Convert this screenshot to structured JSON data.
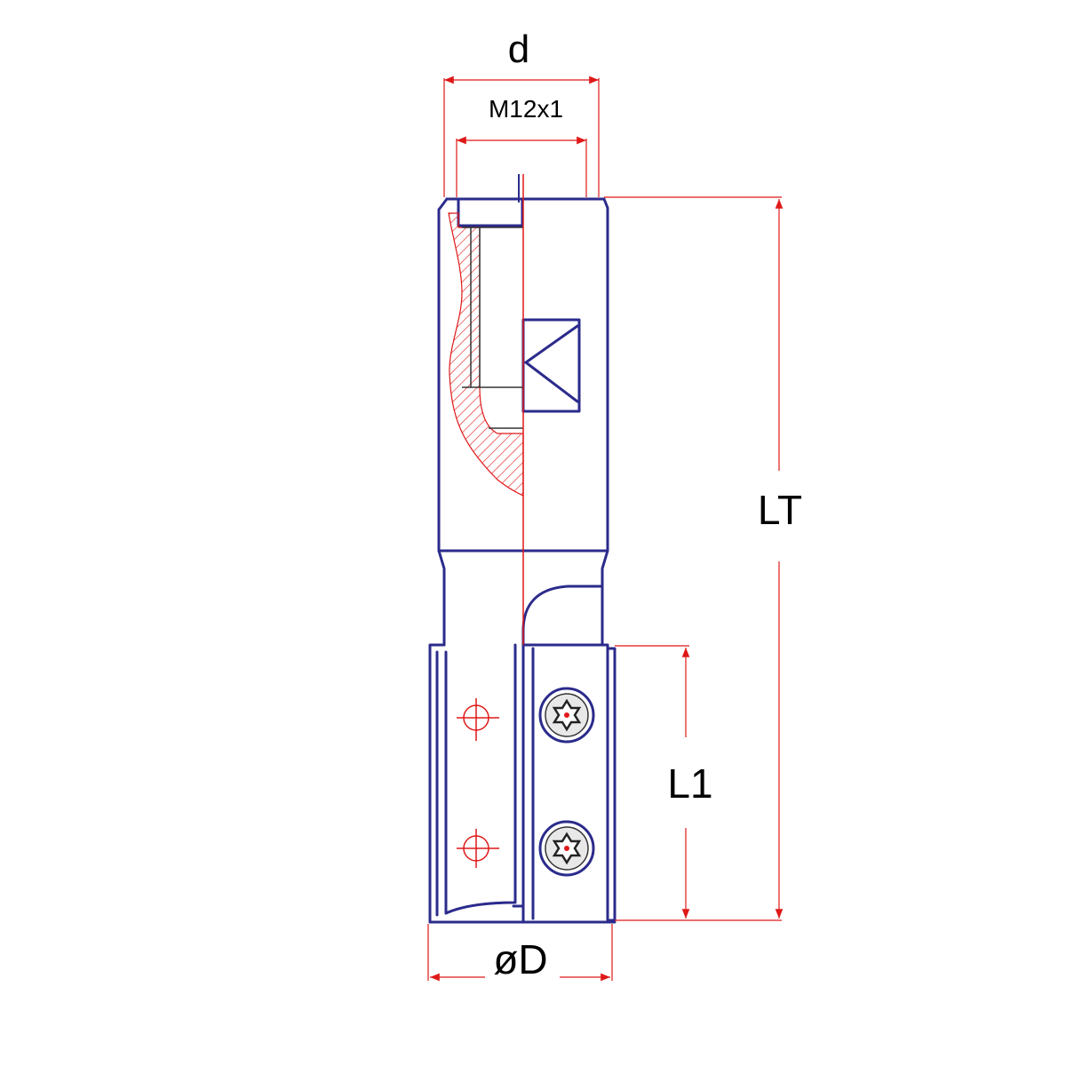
{
  "drawing": {
    "labels": {
      "d": "d",
      "thread": "M12x1",
      "total_length": "LT",
      "cut_length": "L1",
      "diameter": "øD"
    },
    "colors": {
      "outline": "#2b2b8c",
      "dimension": "#e01818",
      "section_hatch": "#e01818",
      "inner_detail": "#333333",
      "background": "#ffffff"
    },
    "icons": {
      "screw": "torx-screw-icon",
      "hole_mark": "crosshair-hole-icon"
    }
  }
}
